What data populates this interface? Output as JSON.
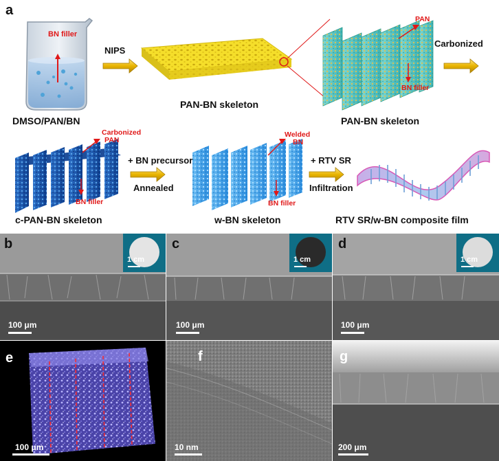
{
  "panel_letters": {
    "a": "a",
    "b": "b",
    "c": "c",
    "d": "d",
    "e": "e",
    "f": "f",
    "g": "g"
  },
  "schematic": {
    "row1": {
      "beaker_label": "BN filler",
      "beaker_caption": "DMSO/PAN/BN",
      "arrow1_label": "NIPS",
      "sheet_caption": "PAN-BN skeleton",
      "zoom_label_top": "PAN",
      "zoom_label_bottom": "BN filler",
      "zoom_caption": "PAN-BN skeleton",
      "arrow2_label": "Carbonized"
    },
    "row2": {
      "c_label_top_1": "Carbonized",
      "c_label_top_2": "PAN",
      "c_label_bottom": "BN filler",
      "c_caption": "c-PAN-BN skeleton",
      "arrow3_label_top": "+ BN precursor",
      "arrow3_label_bottom": "Annealed",
      "w_label_top_1": "Welded",
      "w_label_top_2": "BN",
      "w_label_bottom": "BN filler",
      "w_caption": "w-BN skeleton",
      "arrow4_label_top": "+ RTV SR",
      "arrow4_label_bottom": "Infiltration",
      "film_caption": "RTV SR/w-BN composite film"
    }
  },
  "micrographs": {
    "b": {
      "inset_scale": "1 cm",
      "scale": "100 μm"
    },
    "c": {
      "inset_scale": "1 cm",
      "scale": "100 μm"
    },
    "d": {
      "inset_scale": "1 cm",
      "scale": "100 μm"
    },
    "e": {
      "scale": "100 μm"
    },
    "f": {
      "scale": "10 nm"
    },
    "g": {
      "scale": "200 μm"
    }
  },
  "colors": {
    "label_red": "#e01818",
    "arrow_gold": "#e8b400",
    "pan_yellow": "#f5de2a",
    "inset_blue": "#0f6e86"
  }
}
